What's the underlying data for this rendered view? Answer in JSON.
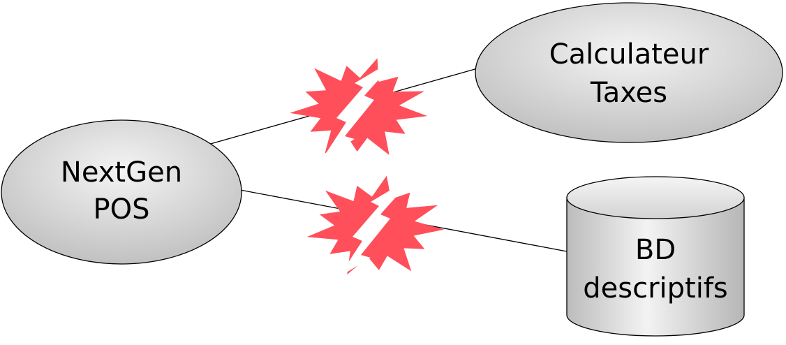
{
  "diagram": {
    "nodes": {
      "nextgen": {
        "line1": "NextGen",
        "line2": "POS",
        "shape": "ellipse"
      },
      "calculateur": {
        "line1": "Calculateur",
        "line2": "Taxes",
        "shape": "ellipse"
      },
      "bd": {
        "line1": "BD",
        "line2": "descriptifs",
        "shape": "cylinder"
      }
    },
    "connections": [
      {
        "from": "nextgen",
        "to": "calculateur",
        "marker": "lightning-burst-icon"
      },
      {
        "from": "nextgen",
        "to": "bd",
        "marker": "lightning-burst-icon"
      }
    ],
    "colors": {
      "node_fill_light": "#f2f2f2",
      "node_fill_dark": "#b8b8b8",
      "outline": "#000000",
      "burst": "#ff4f5a",
      "bolt": "#ffffff"
    }
  }
}
